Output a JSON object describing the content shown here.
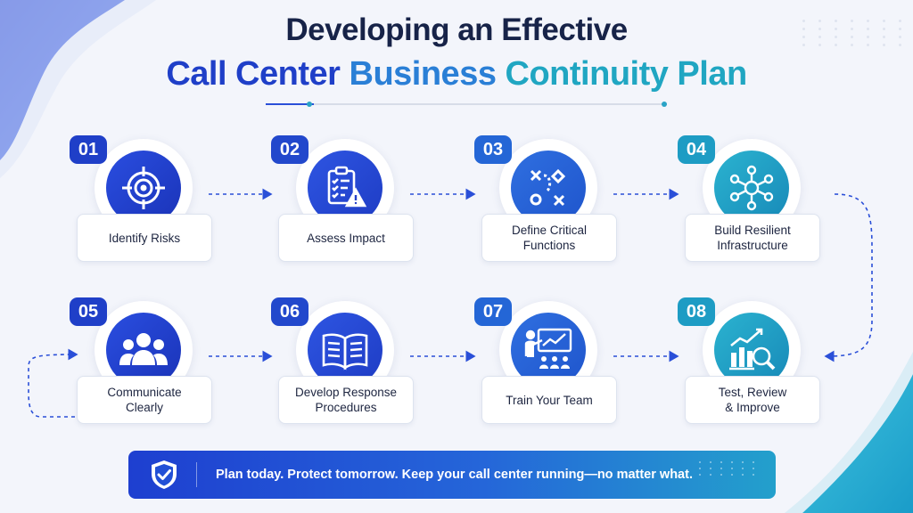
{
  "title": {
    "line1": "Developing an Effective",
    "line2_part1": "Call Center",
    "line2_part2": "Business",
    "line2_part3": "Continuity Plan"
  },
  "steps": [
    {
      "number": "01",
      "label": "Identify Risks",
      "icon": "target-icon",
      "color": "#1f3fc8"
    },
    {
      "number": "02",
      "label": "Assess Impact",
      "icon": "clipboard-warning-icon",
      "color": "#2248cc"
    },
    {
      "number": "03",
      "label": "Define Critical\nFunctions",
      "icon": "strategy-play-icon",
      "color": "#2466d6"
    },
    {
      "number": "04",
      "label": "Build Resilient\nInfrastructure",
      "icon": "network-hub-icon",
      "color": "#1d9cc4"
    },
    {
      "number": "05",
      "label": "Communicate\nClearly",
      "icon": "team-people-icon",
      "color": "#1f3fc8"
    },
    {
      "number": "06",
      "label": "Develop Response\nProcedures",
      "icon": "open-book-icon",
      "color": "#2248cc"
    },
    {
      "number": "07",
      "label": "Train Your Team",
      "icon": "training-presentation-icon",
      "color": "#2466d6"
    },
    {
      "number": "08",
      "label": "Test, Review\n& Improve",
      "icon": "chart-magnifier-icon",
      "color": "#1d9cc4"
    }
  ],
  "banner": {
    "text": "Plan today. Protect tomorrow. Keep your call center running—no matter what.",
    "icon": "shield-check-icon"
  }
}
